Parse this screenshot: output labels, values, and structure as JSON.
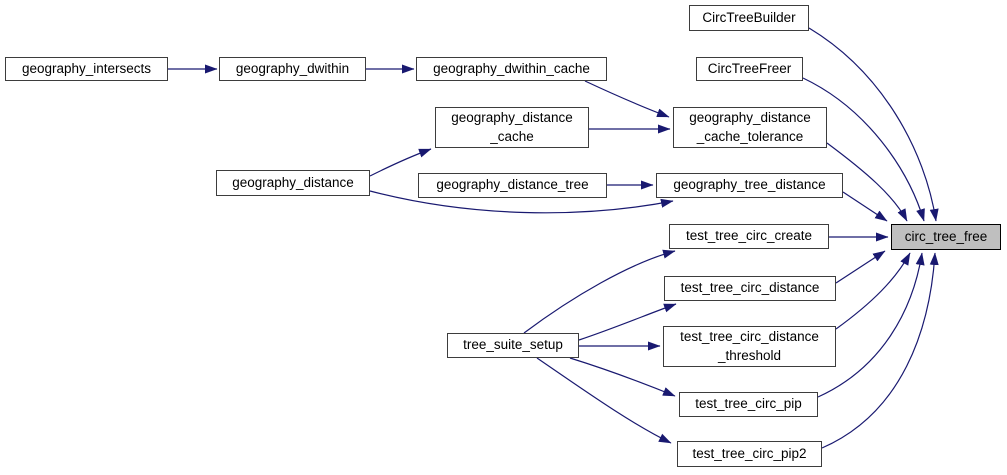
{
  "diagram": {
    "type": "call-graph",
    "focus_node": "circ_tree_free",
    "nodes": [
      {
        "id": "geography_intersects",
        "label": "geography_intersects"
      },
      {
        "id": "geography_dwithin",
        "label": "geography_dwithin"
      },
      {
        "id": "geography_dwithin_cache",
        "label": "geography_dwithin_cache"
      },
      {
        "id": "CircTreeBuilder",
        "label": "CircTreeBuilder"
      },
      {
        "id": "CircTreeFreer",
        "label": "CircTreeFreer"
      },
      {
        "id": "geography_distance_cache",
        "label": "geography_distance\n_cache"
      },
      {
        "id": "geography_distance_cache_tolerance",
        "label": "geography_distance\n_cache_tolerance"
      },
      {
        "id": "geography_distance",
        "label": "geography_distance"
      },
      {
        "id": "geography_distance_tree",
        "label": "geography_distance_tree"
      },
      {
        "id": "geography_tree_distance",
        "label": "geography_tree_distance"
      },
      {
        "id": "circ_tree_free",
        "label": "circ_tree_free"
      },
      {
        "id": "test_tree_circ_create",
        "label": "test_tree_circ_create"
      },
      {
        "id": "test_tree_circ_distance",
        "label": "test_tree_circ_distance"
      },
      {
        "id": "test_tree_circ_distance_threshold",
        "label": "test_tree_circ_distance\n_threshold"
      },
      {
        "id": "tree_suite_setup",
        "label": "tree_suite_setup"
      },
      {
        "id": "test_tree_circ_pip",
        "label": "test_tree_circ_pip"
      },
      {
        "id": "test_tree_circ_pip2",
        "label": "test_tree_circ_pip2"
      }
    ],
    "edges": [
      {
        "from": "geography_intersects",
        "to": "geography_dwithin"
      },
      {
        "from": "geography_dwithin",
        "to": "geography_dwithin_cache"
      },
      {
        "from": "geography_dwithin_cache",
        "to": "geography_distance_cache_tolerance"
      },
      {
        "from": "geography_distance_cache",
        "to": "geography_distance_cache_tolerance"
      },
      {
        "from": "geography_distance",
        "to": "geography_distance_cache"
      },
      {
        "from": "geography_distance",
        "to": "geography_tree_distance"
      },
      {
        "from": "geography_distance_tree",
        "to": "geography_tree_distance"
      },
      {
        "from": "geography_tree_distance",
        "to": "circ_tree_free"
      },
      {
        "from": "CircTreeBuilder",
        "to": "circ_tree_free"
      },
      {
        "from": "CircTreeFreer",
        "to": "circ_tree_free"
      },
      {
        "from": "geography_distance_cache_tolerance",
        "to": "circ_tree_free"
      },
      {
        "from": "test_tree_circ_create",
        "to": "circ_tree_free"
      },
      {
        "from": "test_tree_circ_distance",
        "to": "circ_tree_free"
      },
      {
        "from": "test_tree_circ_distance_threshold",
        "to": "circ_tree_free"
      },
      {
        "from": "test_tree_circ_pip",
        "to": "circ_tree_free"
      },
      {
        "from": "test_tree_circ_pip2",
        "to": "circ_tree_free"
      },
      {
        "from": "tree_suite_setup",
        "to": "test_tree_circ_create"
      },
      {
        "from": "tree_suite_setup",
        "to": "test_tree_circ_distance"
      },
      {
        "from": "tree_suite_setup",
        "to": "test_tree_circ_distance_threshold"
      },
      {
        "from": "tree_suite_setup",
        "to": "test_tree_circ_pip"
      },
      {
        "from": "tree_suite_setup",
        "to": "test_tree_circ_pip2"
      }
    ]
  },
  "colors": {
    "edge": "#191970",
    "node-border": "#3d3d3d",
    "node-bg": "#ffffff",
    "focus-bg": "#bfbfbf",
    "focus-border": "#000000",
    "text": "#000000"
  }
}
